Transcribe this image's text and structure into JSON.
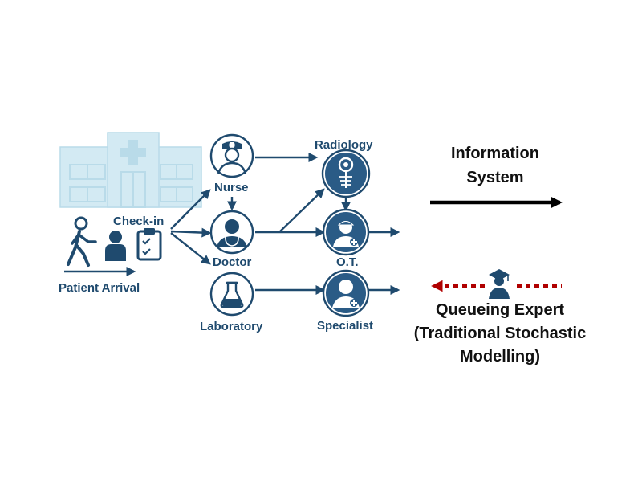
{
  "colors": {
    "primary": "#1f4a6e",
    "node_fill": "#2a5b86",
    "hospital": "#d3eaf3",
    "expert_arrow": "#b00000",
    "info_arrow": "#000000"
  },
  "patient": {
    "arrival_label": "Patient Arrival",
    "checkin_label": "Check-in",
    "icons": [
      "walking-person-icon",
      "person-icon",
      "clipboard-checklist-icon"
    ]
  },
  "hospital": {
    "icon": "hospital-building-icon"
  },
  "stations": {
    "nurse": {
      "label": "Nurse",
      "icon": "nurse-icon"
    },
    "doctor": {
      "label": "Doctor",
      "icon": "doctor-icon"
    },
    "laboratory": {
      "label": "Laboratory",
      "icon": "flask-icon"
    },
    "radiology": {
      "label": "Radiology",
      "icon": "xray-icon"
    },
    "ot": {
      "label": "O.T.",
      "icon": "surgeon-icon"
    },
    "specialist": {
      "label": "Specialist",
      "icon": "specialist-icon"
    }
  },
  "information_system": {
    "line1": "Information",
    "line2": "System"
  },
  "queueing_expert": {
    "line1": "Queueing Expert",
    "line2": "(Traditional Stochastic",
    "line3": "Modelling)",
    "icon": "graduate-icon"
  }
}
